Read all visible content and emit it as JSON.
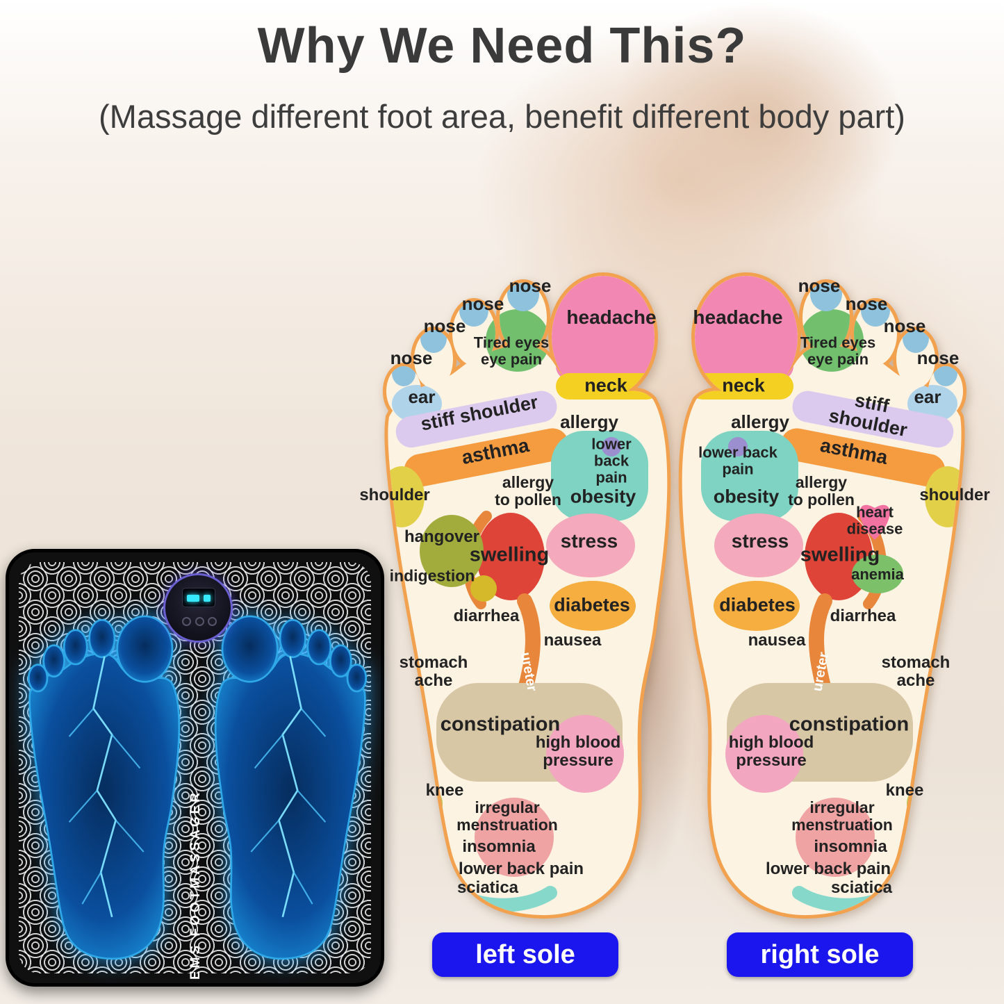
{
  "header": {
    "title": "Why We Need This?",
    "subtitle": "(Massage different foot area, benefit different body part)"
  },
  "buttons": {
    "left": "left sole",
    "right": "right sole"
  },
  "product": {
    "label": "EMS FOOTMASSAGER"
  },
  "palette": {
    "outline_orange": "#F2A14E",
    "sole_cream": "#FCF3E3",
    "button_blue": "#1C16EE",
    "headache_pink": "#F287B3",
    "neck_yellow": "#F3D022",
    "asthma_orange": "#F59B40",
    "stiff_shoulder_lavender": "#DCC9EE",
    "mint_region": "#7ED3C3",
    "swelling_red": "#DF4438",
    "ureter_orange": "#E8873C",
    "constipation_tan": "#D8C7A5",
    "glow_blue": "#2DAAFF"
  },
  "left_foot": {
    "name": "left sole",
    "labels": [
      {
        "key": "nose1",
        "text": "nose"
      },
      {
        "key": "nose2",
        "text": "nose"
      },
      {
        "key": "nose3",
        "text": "nose"
      },
      {
        "key": "nose4",
        "text": "nose"
      },
      {
        "key": "headache",
        "text": "headache"
      },
      {
        "key": "tired",
        "text": "Tired eyes\neye pain"
      },
      {
        "key": "neck",
        "text": "neck"
      },
      {
        "key": "ear",
        "text": "ear"
      },
      {
        "key": "stiff",
        "text": "stiff shoulder"
      },
      {
        "key": "allergy",
        "text": "allergy"
      },
      {
        "key": "asthma",
        "text": "asthma"
      },
      {
        "key": "lowerback1",
        "text": "lower back\npain"
      },
      {
        "key": "shoulder",
        "text": "shoulder"
      },
      {
        "key": "pollen",
        "text": "allergy\nto pollen"
      },
      {
        "key": "obesity",
        "text": "obesity"
      },
      {
        "key": "hangover",
        "text": "hangover"
      },
      {
        "key": "swelling",
        "text": "swelling"
      },
      {
        "key": "stress",
        "text": "stress"
      },
      {
        "key": "indigestion",
        "text": "indigestion"
      },
      {
        "key": "diabetes",
        "text": "diabetes"
      },
      {
        "key": "diarrhea",
        "text": "diarrhea"
      },
      {
        "key": "nausea",
        "text": "nausea"
      },
      {
        "key": "ureter",
        "text": "ureter"
      },
      {
        "key": "stomach",
        "text": "stomach\nache"
      },
      {
        "key": "constipation",
        "text": "constipation"
      },
      {
        "key": "hbp",
        "text": "high blood\npressure"
      },
      {
        "key": "knee",
        "text": "knee"
      },
      {
        "key": "menstruation",
        "text": "irregular\nmenstruation"
      },
      {
        "key": "insomnia",
        "text": "insomnia"
      },
      {
        "key": "lbp2",
        "text": "lower back pain"
      },
      {
        "key": "sciatica",
        "text": "sciatica"
      }
    ]
  },
  "right_foot": {
    "name": "right sole",
    "labels": [
      {
        "key": "headache",
        "text": "headache"
      },
      {
        "key": "nose1",
        "text": "nose"
      },
      {
        "key": "nose2",
        "text": "nose"
      },
      {
        "key": "nose3",
        "text": "nose"
      },
      {
        "key": "nose4",
        "text": "nose"
      },
      {
        "key": "tired",
        "text": "Tired eyes\neye pain"
      },
      {
        "key": "neck",
        "text": "neck"
      },
      {
        "key": "ear",
        "text": "ear"
      },
      {
        "key": "stiff",
        "text": "stiff shoulder"
      },
      {
        "key": "allergy",
        "text": "allergy"
      },
      {
        "key": "asthma",
        "text": "asthma"
      },
      {
        "key": "lowerback1",
        "text": "lower back\npain"
      },
      {
        "key": "shoulder",
        "text": "shoulder"
      },
      {
        "key": "pollen",
        "text": "allergy\nto pollen"
      },
      {
        "key": "obesity",
        "text": "obesity"
      },
      {
        "key": "heart",
        "text": "heart\ndisease"
      },
      {
        "key": "stress",
        "text": "stress"
      },
      {
        "key": "swelling",
        "text": "swelling"
      },
      {
        "key": "anemia",
        "text": "anemia"
      },
      {
        "key": "diabetes",
        "text": "diabetes"
      },
      {
        "key": "diarrhea",
        "text": "diarrhea"
      },
      {
        "key": "nausea",
        "text": "nausea"
      },
      {
        "key": "ureter",
        "text": "ureter"
      },
      {
        "key": "stomach",
        "text": "stomach\nache"
      },
      {
        "key": "constipation",
        "text": "constipation"
      },
      {
        "key": "hbp",
        "text": "high blood\npressure"
      },
      {
        "key": "knee",
        "text": "knee"
      },
      {
        "key": "menstruation",
        "text": "irregular\nmenstruation"
      },
      {
        "key": "insomnia",
        "text": "insomnia"
      },
      {
        "key": "lbp2",
        "text": "lower back pain"
      },
      {
        "key": "sciatica",
        "text": "sciatica"
      }
    ]
  }
}
